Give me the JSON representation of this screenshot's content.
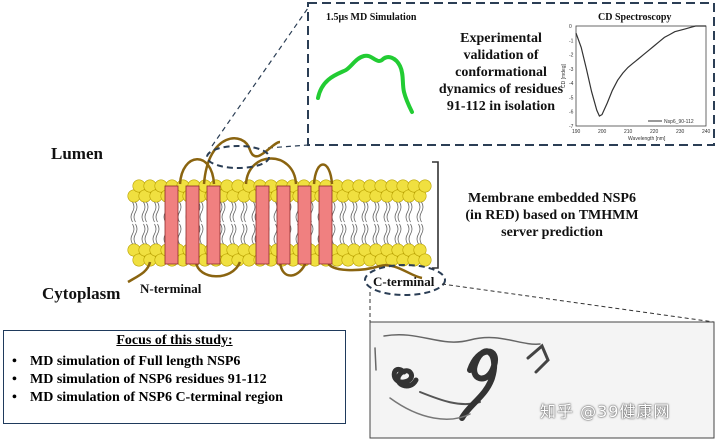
{
  "labels": {
    "lumen": "Lumen",
    "cytoplasm": "Cytoplasm",
    "n_terminal": "N-terminal",
    "c_terminal": "C-terminal"
  },
  "inset_top": {
    "md_title": "1.5μs MD Simulation",
    "experimental_text": "Experimental validation of conformational dynamics of residues 91-112 in isolation",
    "cd_title": "CD Spectroscopy",
    "cd_plot": {
      "xlabel": "Wavelength [nm]",
      "ylabel": "CD [mdeg]",
      "legend": "Nsp6_90-112",
      "x_ticks": [
        "190",
        "200",
        "210",
        "220",
        "230",
        "240"
      ],
      "y_ticks": [
        "0",
        "-1",
        "-2",
        "-3",
        "-4",
        "-5",
        "-6",
        "-7"
      ]
    }
  },
  "membrane_text": "Membrane embedded NSP6 (in RED) based on TMHMM server prediction",
  "focus": {
    "title": "Focus of this study:",
    "items": [
      "MD simulation of Full length NSP6",
      "MD simulation of NSP6 residues 91-112",
      "MD simulation of NSP6 C-terminal region"
    ]
  },
  "watermark": "知乎 @39健康网",
  "colors": {
    "helix": "#f08080",
    "lipid_head": "#f0e040",
    "loop": "#8a6410",
    "md_peptide": "#22cc33",
    "box_border": "#2b3e55"
  },
  "chart_data": {
    "type": "line",
    "title": "CD Spectroscopy",
    "xlabel": "Wavelength [nm]",
    "ylabel": "CD [mdeg]",
    "xlim": [
      190,
      240
    ],
    "ylim": [
      -7,
      0
    ],
    "series": [
      {
        "name": "Nsp6_90-112",
        "x": [
          190,
          192,
          194,
          196,
          198,
          199,
          200,
          202,
          204,
          206,
          208,
          210,
          212,
          214,
          216,
          218,
          220,
          222,
          224,
          226,
          228,
          230,
          232,
          234,
          236,
          238,
          240
        ],
        "y": [
          -0.5,
          -1.5,
          -3.0,
          -4.6,
          -5.9,
          -6.3,
          -6.2,
          -5.4,
          -4.5,
          -3.8,
          -3.3,
          -2.9,
          -2.6,
          -2.3,
          -2.0,
          -1.7,
          -1.4,
          -1.1,
          -0.8,
          -0.6,
          -0.4,
          -0.3,
          -0.2,
          -0.1,
          0.0,
          0.1,
          0.1
        ]
      }
    ]
  }
}
